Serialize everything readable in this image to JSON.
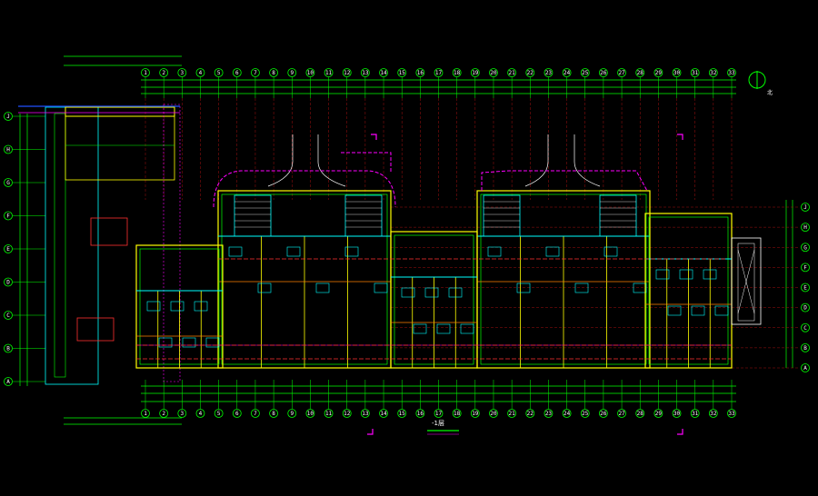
{
  "drawing": {
    "title": "-1层",
    "subnote": "",
    "north_label": "北"
  },
  "colors": {
    "background": "#000000",
    "axis": "#00ff00",
    "wall": "#ffff00",
    "wall2": "#ff8000",
    "cyan": "#00ffff",
    "magenta": "#ff00ff",
    "red": "#ff3030",
    "white": "#ffffff",
    "grid_red": "#a01010"
  },
  "axes": {
    "top": [
      "1",
      "2",
      "3",
      "4",
      "5",
      "6",
      "7",
      "8",
      "9",
      "10",
      "11",
      "12",
      "13",
      "14",
      "15",
      "16",
      "17",
      "18",
      "19",
      "20",
      "21",
      "22",
      "23",
      "24",
      "25",
      "26",
      "27",
      "28",
      "29",
      "30",
      "31",
      "32",
      "33"
    ],
    "bottom": [
      "1",
      "2",
      "3",
      "4",
      "5",
      "6",
      "7",
      "8",
      "9",
      "10",
      "11",
      "12",
      "13",
      "14",
      "15",
      "16",
      "17",
      "18",
      "19",
      "20",
      "21",
      "22",
      "23",
      "24",
      "25",
      "26",
      "27",
      "28",
      "29",
      "30",
      "31",
      "32",
      "33"
    ],
    "right": [
      "J",
      "H",
      "G",
      "F",
      "E",
      "D",
      "C",
      "B",
      "A"
    ],
    "left": [
      "J",
      "H",
      "G",
      "F",
      "E",
      "D",
      "C",
      "B",
      "A"
    ]
  }
}
